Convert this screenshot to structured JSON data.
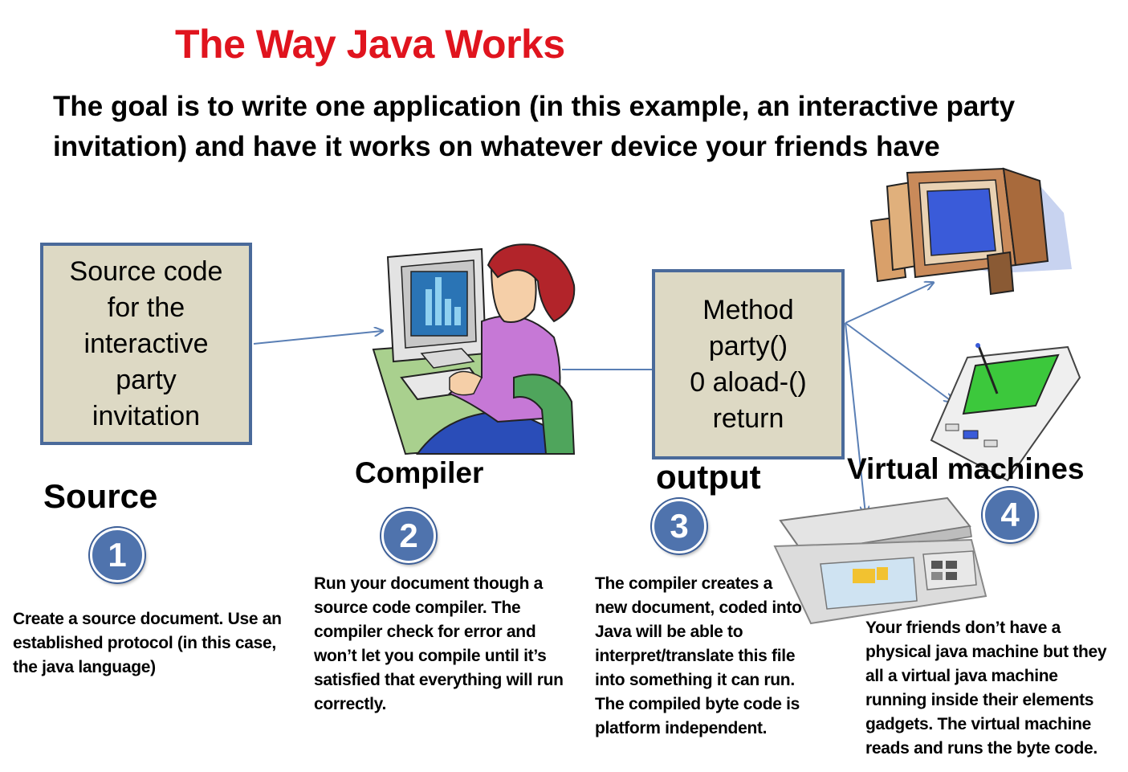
{
  "title": "The Way Java Works",
  "subtitle": "The goal is to write one application (in this example, an interactive party invitation) and have it works on whatever device your friends have",
  "source_box": {
    "lines": [
      "Source code",
      "for the",
      "interactive",
      "party",
      "invitation"
    ]
  },
  "method_box": {
    "lines": [
      "Method",
      "party()",
      "0 aload-()",
      "return"
    ]
  },
  "steps": [
    {
      "label": "Source",
      "number": "1",
      "description": "Create a source document. Use an established protocol (in this case, the java language)"
    },
    {
      "label": "Compiler",
      "number": "2",
      "description": "Run your document though a source code compiler. The compiler check for error and won’t let you compile until it’s satisfied that everything will run correctly."
    },
    {
      "label": "output",
      "number": "3",
      "description": "The compiler creates a new document, coded into Java will be able to interpret/translate this file into something it can run. The compiled byte code is platform independent."
    },
    {
      "label": "Virtual machines",
      "number": "4",
      "description": "Your friends don’t have a physical java machine but they all a virtual java machine running inside their elements gadgets. The virtual machine reads and runs the byte code."
    }
  ],
  "colors": {
    "title": "#e0141e",
    "box_fill": "#ddd9c4",
    "box_border": "#4a6a9a",
    "circle": "#4f73ad",
    "arrow": "#5a7fb5"
  },
  "icons": [
    "person-at-computer-icon",
    "desktop-computer-icon",
    "pda-device-icon",
    "cash-register-scale-icon"
  ]
}
